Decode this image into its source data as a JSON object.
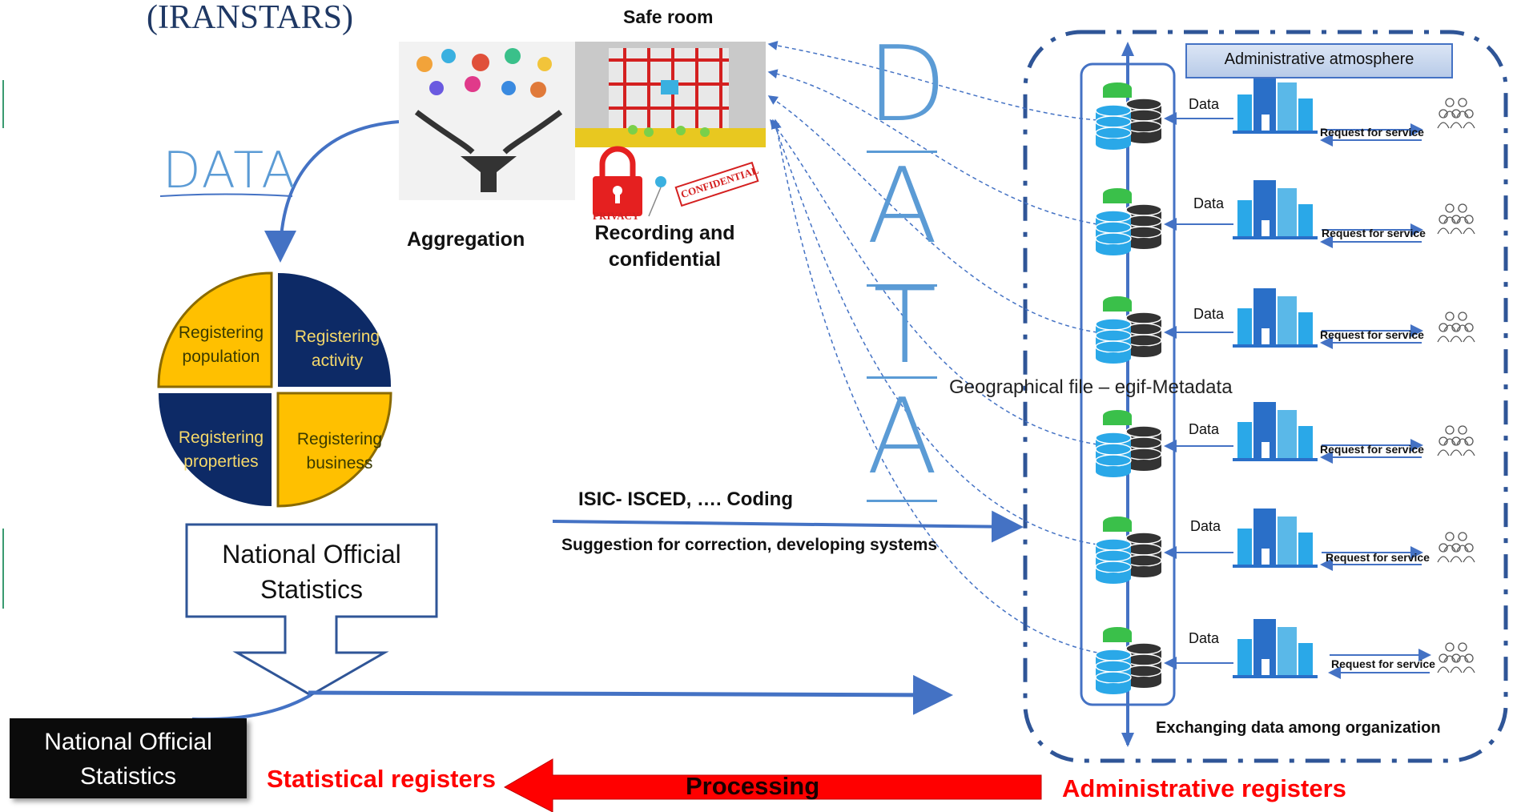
{
  "header": {
    "title": "(IRANSTARS)"
  },
  "left": {
    "data_label": "DATA",
    "quadrants": [
      {
        "label": "Registering population"
      },
      {
        "label": "Registering activity"
      },
      {
        "label": "Registering properties"
      },
      {
        "label": "Registering business"
      }
    ],
    "nos_box": "National Official Statistics",
    "nos_dark_box": "National Official Statistics",
    "statistical_registers": "Statistical registers"
  },
  "top": {
    "safe_room": "Safe room",
    "aggregation": "Aggregation",
    "recording": "Recording and confidential",
    "privacy_stamp": "PRIVACY",
    "confidential_stamp": "CONFIDENTIAL"
  },
  "center": {
    "big_data_letters": [
      "D",
      "A",
      "T",
      "A"
    ],
    "geo_file": "Geographical file – egif-Metadata",
    "coding": "ISIC- ISCED, …. Coding",
    "suggestion": "Suggestion for correction, developing systems",
    "processing": "Processing"
  },
  "right": {
    "admin_atmosphere": "Administrative atmosphere",
    "rows": [
      {
        "data": "Data",
        "request": "Request for service"
      },
      {
        "data": "Data",
        "request": "Request for service"
      },
      {
        "data": "Data",
        "request": "Request for service"
      },
      {
        "data": "Data",
        "request": "Request for service"
      },
      {
        "data": "Data",
        "request": "Request for service"
      },
      {
        "data": "Data",
        "request": "Request for service"
      }
    ],
    "exchanging": "Exchanging data among organization",
    "admin_registers": "Administrative registers"
  },
  "colors": {
    "blue": "#4472c4",
    "navy": "#0d2a66",
    "gold": "#ffc000",
    "red": "#ff0000",
    "light_blue": "#5b9bd5"
  }
}
